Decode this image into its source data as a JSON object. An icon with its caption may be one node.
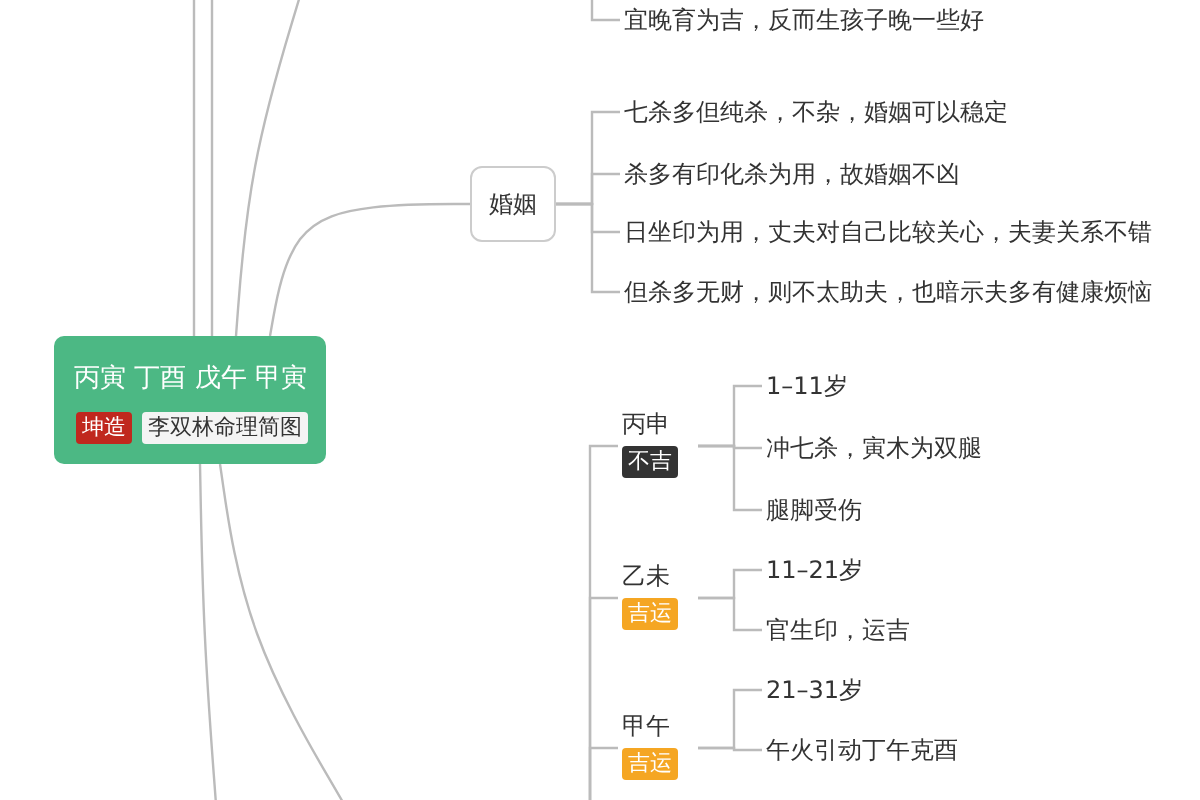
{
  "diagram": {
    "nodes": [
      {
        "text": [
          "丙寅 丁酉 戊午 甲寅"
        ]
      },
      {
        "text": [
          "坤造"
        ],
        "in": 0
      },
      {
        "text": [
          "李双林命理简图"
        ],
        "in": 0
      },
      {
        "text": [
          "宜晚育为吉，反而生孩子晚一些好"
        ]
      },
      {
        "text": [
          "婚姻"
        ]
      },
      {
        "text": [
          "七杀多但纯杀，不杂，婚姻可以稳定"
        ]
      },
      {
        "text": [
          "杀多有印化杀为用，故婚姻不凶"
        ]
      },
      {
        "text": [
          "日坐印为用，丈夫对自己比较关心，夫妻关系不错"
        ]
      },
      {
        "text": [
          "但杀多无财，则不太助夫，也暗示夫多有健康烦恼"
        ]
      },
      {
        "text": [
          "丙申",
          "不吉"
        ]
      },
      {
        "text": [
          "1–11岁"
        ]
      },
      {
        "text": [
          "冲七杀，寅木为双腿"
        ]
      },
      {
        "text": [
          "腿脚受伤"
        ]
      },
      {
        "text": [
          "乙未",
          "吉运"
        ]
      },
      {
        "text": [
          "11–21岁"
        ]
      },
      {
        "text": [
          "官生印，运吉"
        ]
      },
      {
        "text": [
          "甲午",
          "吉运"
        ]
      },
      {
        "text": [
          "21–31岁"
        ]
      },
      {
        "text": [
          "午火引动丁午克酉"
        ]
      }
    ],
    "edges": [
      {
        "from": 0,
        "to": 4,
        "arrow": "none"
      },
      {
        "from": 4,
        "to": 5,
        "arrow": "none"
      },
      {
        "from": 4,
        "to": 6,
        "arrow": "none"
      },
      {
        "from": 4,
        "to": 7,
        "arrow": "none"
      },
      {
        "from": 4,
        "to": 8,
        "arrow": "none"
      },
      {
        "from": null,
        "to": 3,
        "arrow": "none"
      },
      {
        "from": null,
        "to": 9,
        "arrow": "none"
      },
      {
        "from": null,
        "to": 13,
        "arrow": "none"
      },
      {
        "from": null,
        "to": 16,
        "arrow": "none"
      },
      {
        "from": 9,
        "to": 10,
        "arrow": "none"
      },
      {
        "from": 9,
        "to": 11,
        "arrow": "none"
      },
      {
        "from": 9,
        "to": 12,
        "arrow": "none"
      },
      {
        "from": 13,
        "to": 14,
        "arrow": "none"
      },
      {
        "from": 13,
        "to": 15,
        "arrow": "none"
      },
      {
        "from": 16,
        "to": 17,
        "arrow": "none"
      },
      {
        "from": 16,
        "to": 18,
        "arrow": "none"
      },
      {
        "from": 0,
        "to": null,
        "arrow": "none"
      },
      {
        "from": 0,
        "to": null,
        "arrow": "none"
      },
      {
        "from": 0,
        "to": null,
        "arrow": "none"
      },
      {
        "from": 0,
        "to": null,
        "arrow": "none"
      },
      {
        "from": 0,
        "to": null,
        "arrow": "none"
      }
    ]
  }
}
